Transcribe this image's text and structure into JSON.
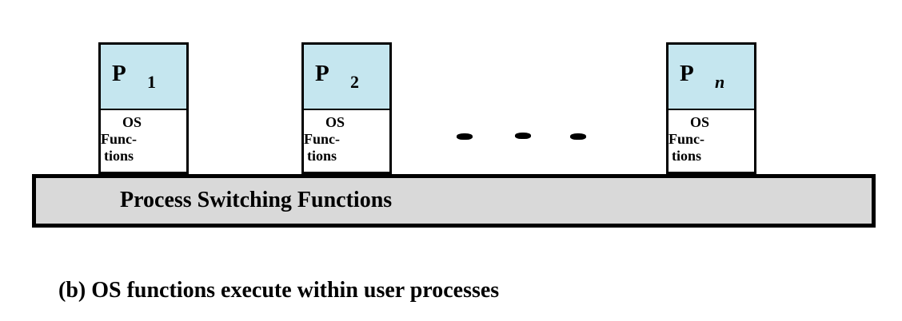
{
  "processes": [
    {
      "label": "P",
      "subscript": "1",
      "os_lines": [
        "OS",
        "Func-",
        "tions"
      ]
    },
    {
      "label": "P",
      "subscript": "2",
      "os_lines": [
        "OS",
        "Func-",
        "tions"
      ]
    },
    {
      "label": "P",
      "subscript": "n",
      "os_lines": [
        "OS",
        "Func-",
        "tions"
      ]
    }
  ],
  "base_bar": {
    "label": "Process Switching Functions"
  },
  "caption": "(b) OS functions execute within user processes",
  "colors": {
    "process_head": "#c5e6ef",
    "base_bar": "#d9d9d9",
    "outline": "#000000"
  }
}
